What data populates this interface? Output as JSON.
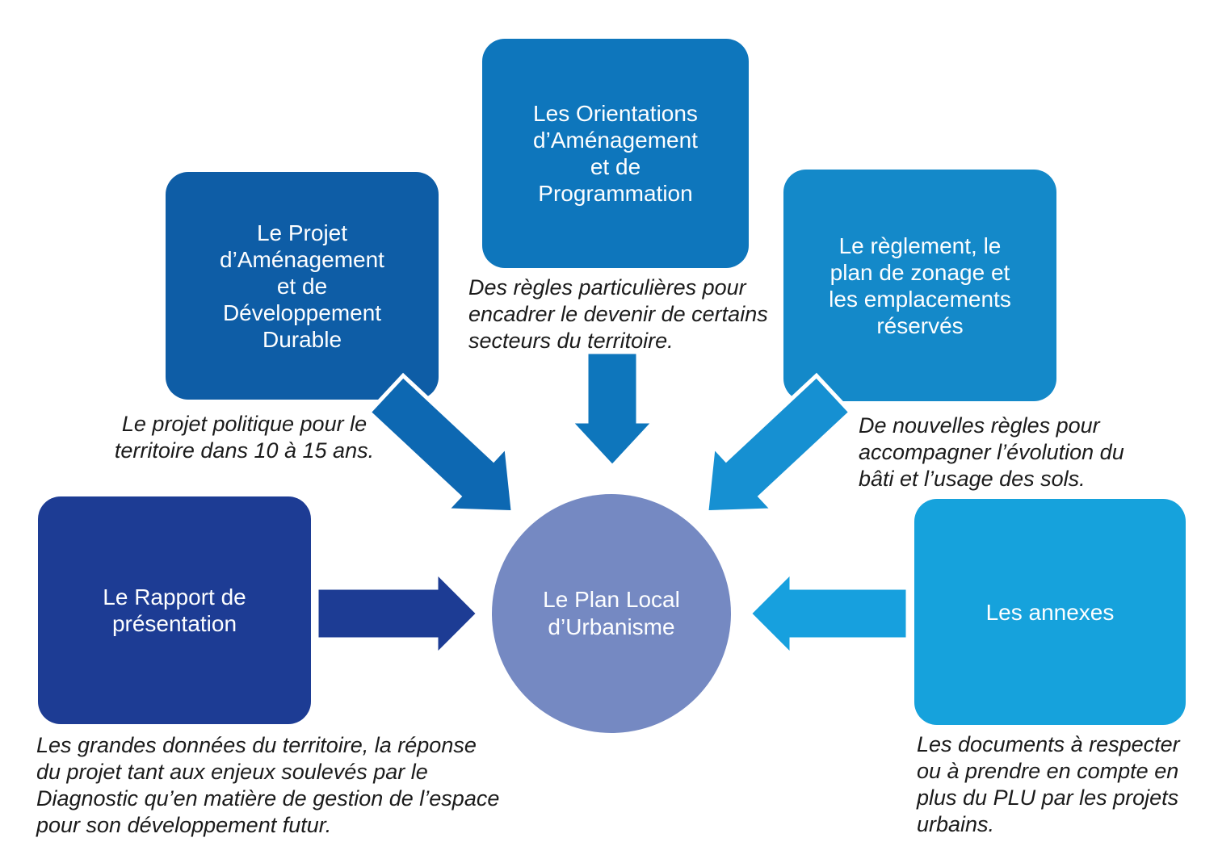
{
  "diagram": {
    "center": {
      "id": "plu",
      "label": "Le Plan Local\nd’Urbanisme",
      "color": "#7589c2"
    },
    "nodes": [
      {
        "id": "padd",
        "label": "Le Projet\nd’Aménagement\net de\nDéveloppement\nDurable",
        "caption": "Le projet politique pour le\nterritoire dans 10 à 15 ans.",
        "color": "#0e5da6"
      },
      {
        "id": "oap",
        "label": "Les Orientations\nd’Aménagement\net de\nProgrammation",
        "caption": "Des règles particulières pour\nencadrer le devenir de certains\nsecteurs du territoire.",
        "color": "#0e76bc"
      },
      {
        "id": "reglement",
        "label": "Le règlement, le\nplan de zonage et\nles emplacements\nréservés",
        "caption": "De nouvelles règles pour\naccompagner l’évolution du\nbâti et l’usage des sols.",
        "color": "#1489c9"
      },
      {
        "id": "rapport",
        "label": "Le Rapport de\nprésentation",
        "caption": "Les grandes données du territoire, la réponse\ndu projet tant aux enjeux soulevés par le\nDiagnostic qu’en matière de gestion de l’espace\npour son développement futur.",
        "color": "#1d3c94"
      },
      {
        "id": "annexes",
        "label": "Les annexes",
        "caption": "Les documents à respecter\nou à prendre en compte en\nplus du PLU par les projets\nurbains.",
        "color": "#16a2dc"
      }
    ],
    "arrows": [
      {
        "from": "padd",
        "to": "plu",
        "color": "#0d68b2"
      },
      {
        "from": "oap",
        "to": "plu",
        "color": "#0e76bc"
      },
      {
        "from": "reglement",
        "to": "plu",
        "color": "#1690d2"
      },
      {
        "from": "rapport",
        "to": "plu",
        "color": "#1d3c94"
      },
      {
        "from": "annexes",
        "to": "plu",
        "color": "#17a0de"
      }
    ]
  },
  "colors": {
    "background": "#ffffff",
    "box_text": "#fdfeff",
    "caption_text": "#1b1b1b",
    "arrow_outline": "#ffffff"
  }
}
